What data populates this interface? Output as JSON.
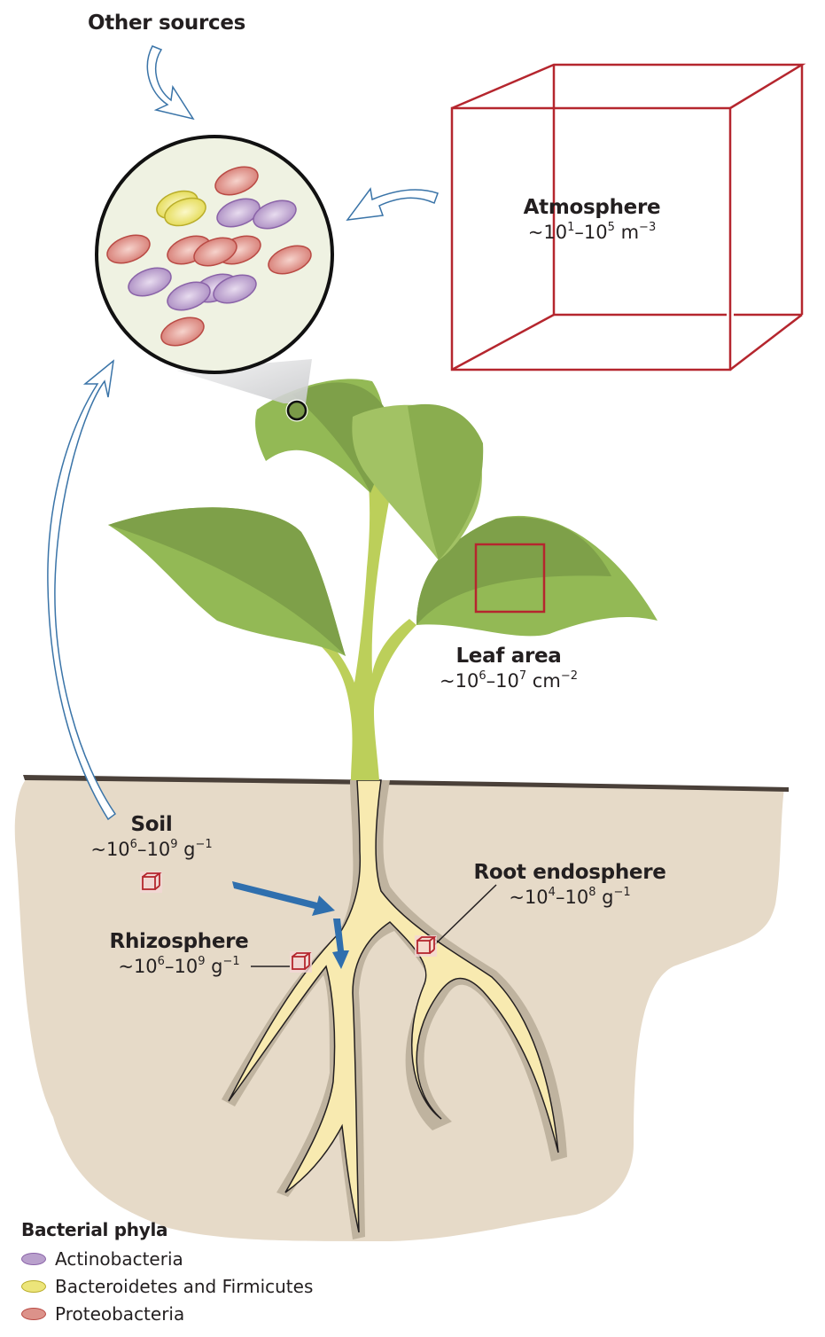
{
  "figure": {
    "other_sources_label": "Other sources",
    "regions": {
      "atmosphere": {
        "title": "Atmosphere",
        "base1": "~10",
        "exp1": "1",
        "dash": "–",
        "base2": "10",
        "exp2": "5",
        "unit": " m",
        "unit_exp": "−3"
      },
      "leaf": {
        "title": "Leaf area",
        "base1": "~10",
        "exp1": "6",
        "dash": "–",
        "base2": "10",
        "exp2": "7",
        "unit": " cm",
        "unit_exp": "−2"
      },
      "soil": {
        "title": "Soil",
        "base1": "~10",
        "exp1": "6",
        "dash": "–",
        "base2": "10",
        "exp2": "9",
        "unit": " g",
        "unit_exp": "−1"
      },
      "rhizosphere": {
        "title": "Rhizosphere",
        "base1": "~10",
        "exp1": "6",
        "dash": "–",
        "base2": "10",
        "exp2": "9",
        "unit": " g",
        "unit_exp": "−1"
      },
      "endosphere": {
        "title": "Root endosphere",
        "base1": "~10",
        "exp1": "4",
        "dash": "–",
        "base2": "10",
        "exp2": "8",
        "unit": " g",
        "unit_exp": "−1"
      }
    },
    "legend": {
      "title": "Bacterial phyla",
      "items": [
        {
          "label": "Actinobacteria",
          "fill": "#b9a0cc",
          "stroke": "#8a63a8"
        },
        {
          "label": "Bacteroidetes and Firmicutes",
          "fill": "#ece57a",
          "stroke": "#b9ad2a"
        },
        {
          "label": "Proteobacteria",
          "fill": "#dc928a",
          "stroke": "#b94a44"
        }
      ]
    },
    "colors": {
      "cube": "#b5262e",
      "arrow_outline": "#3a74a8",
      "arrow_solid": "#2f6fae",
      "soil": "#e6dac8",
      "root_halo": "#bfb39f",
      "root": "#f8eab0",
      "stem": "#bccf5a",
      "leaf_light": "#93b955",
      "leaf_dark": "#7ea049",
      "magnifier_bg": "#eff2e2",
      "ground_line": "#4a4039"
    }
  }
}
